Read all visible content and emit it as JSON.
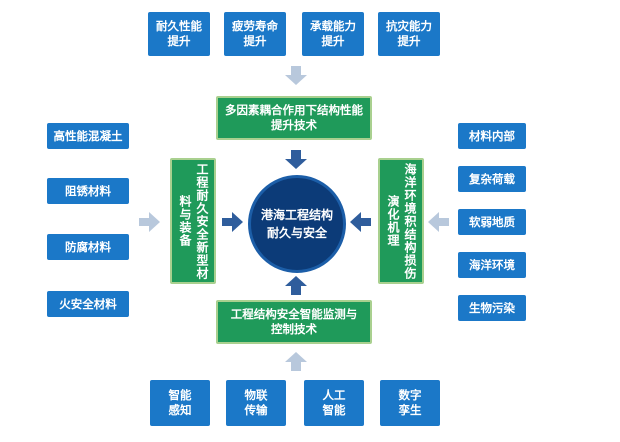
{
  "top_boxes": [
    "耐久性能\n提升",
    "疲劳寿命\n提升",
    "承载能力\n提升",
    "抗灾能力\n提升"
  ],
  "bottom_boxes": [
    "智能\n感知",
    "物联\n传输",
    "人工\n智能",
    "数字\n孪生"
  ],
  "left_boxes": [
    "高性能混凝土",
    "阻锈材料",
    "防腐材料",
    "火安全材料"
  ],
  "right_boxes": [
    "材料内部",
    "复杂荷载",
    "软弱地质",
    "海洋环境",
    "生物污染"
  ],
  "green_top": "多因素耦合作用下结构性能\n提升技术",
  "green_bottom": "工程结构安全智能监测与\n控制技术",
  "green_left": "工程耐久安全新型材\n料与装备",
  "green_right": "海洋环境积结构损伤\n演化机理",
  "center": {
    "line1": "港海工程结构",
    "line2": "耐久与安全"
  },
  "colors": {
    "blue_box": "#1b78c8",
    "green_box": "#1f9a5a",
    "center": "#0c3b78",
    "arrow_light": "#b8c8dc",
    "arrow_dark": "#2f5d9c"
  }
}
